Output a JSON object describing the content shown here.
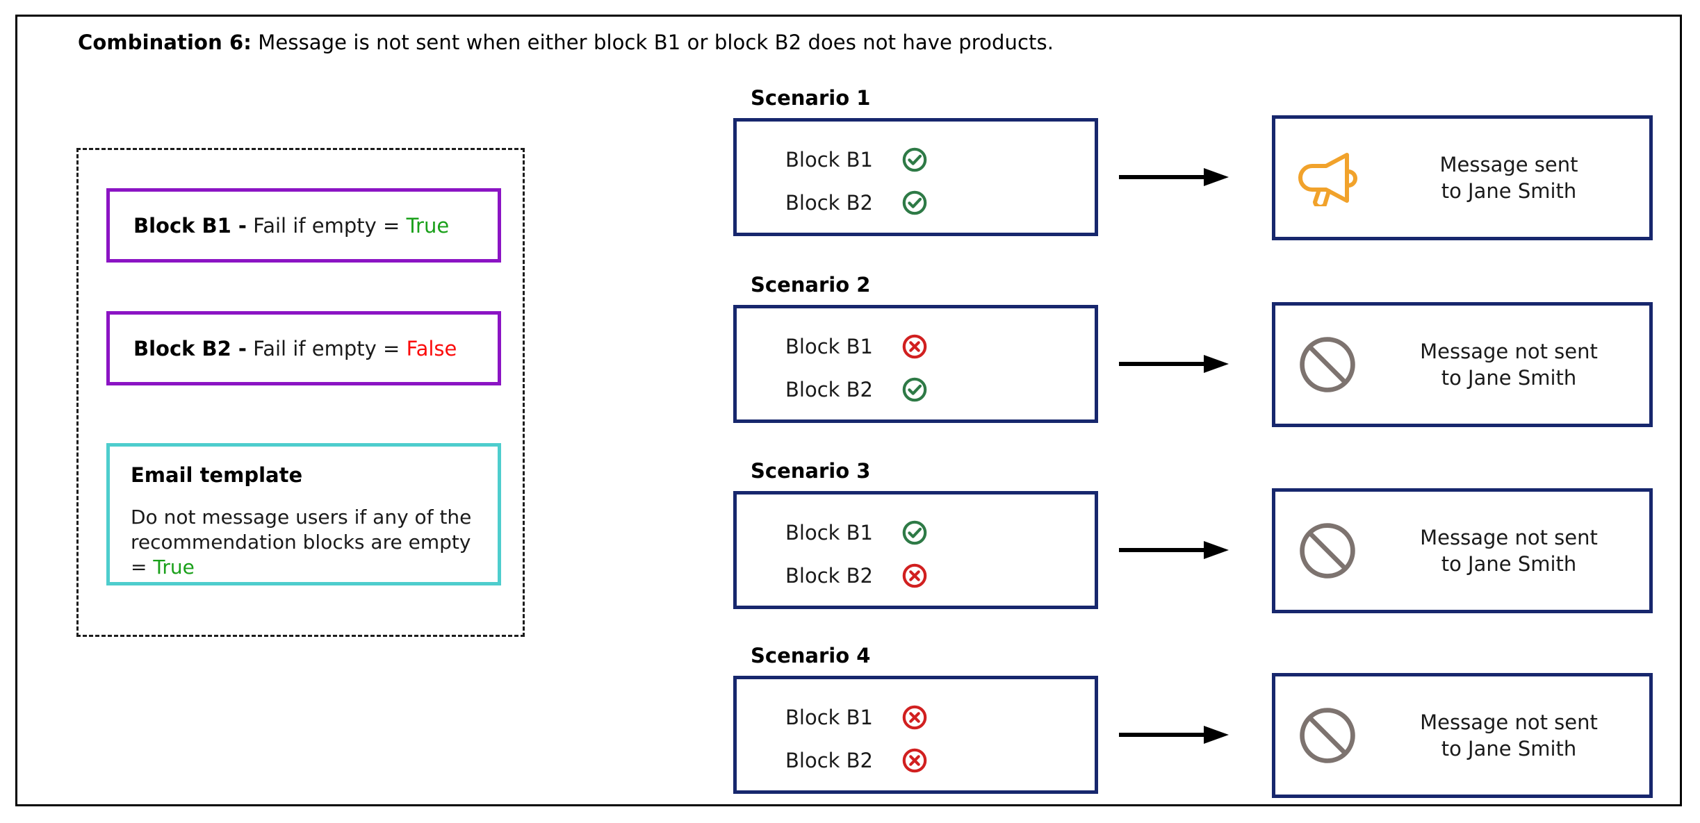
{
  "title": {
    "prefix": "Combination 6:",
    "rest": " Message is not sent when either block B1 or block B2 does not have products."
  },
  "colors": {
    "frame": "#000000",
    "block_border": "#8b14c4",
    "email_border": "#4ecdcd",
    "navy": "#17276d",
    "true_green": "#1aa01a",
    "false_red": "#fb0b0b",
    "check_green": "#2e7a46",
    "cross_red": "#d12020",
    "megaphone_orange": "#f1a22b",
    "blocked_gray": "#7d736f",
    "dashed": "#1c1c1c"
  },
  "config_panel": {
    "blocks": [
      {
        "name": "Block B1 -",
        "setting": " Fail if empty = ",
        "value": "True",
        "value_state": "true"
      },
      {
        "name": "Block B2 -",
        "setting": " Fail if empty = ",
        "value": "False",
        "value_state": "false"
      }
    ],
    "email_template": {
      "title": "Email template",
      "body": "Do not message users if any of the recommendation blocks are empty = ",
      "value": "True"
    }
  },
  "scenarios": [
    {
      "label": "Scenario 1",
      "blocks": [
        {
          "label": "Block B1",
          "status": "check",
          "status_icon": "check-circle-icon"
        },
        {
          "label": "Block B2",
          "status": "check",
          "status_icon": "check-circle-icon"
        }
      ],
      "arrow_icon": "arrow-right-icon",
      "result": {
        "icon": "megaphone-icon",
        "line1": "Message sent",
        "line2": "to Jane Smith"
      }
    },
    {
      "label": "Scenario 2",
      "blocks": [
        {
          "label": "Block B1",
          "status": "cross",
          "status_icon": "cross-circle-icon"
        },
        {
          "label": "Block B2",
          "status": "check",
          "status_icon": "check-circle-icon"
        }
      ],
      "arrow_icon": "arrow-right-icon",
      "result": {
        "icon": "blocked-icon",
        "line1": "Message not sent",
        "line2": "to Jane Smith"
      }
    },
    {
      "label": "Scenario 3",
      "blocks": [
        {
          "label": "Block B1",
          "status": "check",
          "status_icon": "check-circle-icon"
        },
        {
          "label": "Block B2",
          "status": "cross",
          "status_icon": "cross-circle-icon"
        }
      ],
      "arrow_icon": "arrow-right-icon",
      "result": {
        "icon": "blocked-icon",
        "line1": "Message not sent",
        "line2": "to Jane Smith"
      }
    },
    {
      "label": "Scenario 4",
      "blocks": [
        {
          "label": "Block B1",
          "status": "cross",
          "status_icon": "cross-circle-icon"
        },
        {
          "label": "Block B2",
          "status": "cross",
          "status_icon": "cross-circle-icon"
        }
      ],
      "arrow_icon": "arrow-right-icon",
      "result": {
        "icon": "blocked-icon",
        "line1": "Message not sent",
        "line2": "to Jane Smith"
      }
    }
  ]
}
